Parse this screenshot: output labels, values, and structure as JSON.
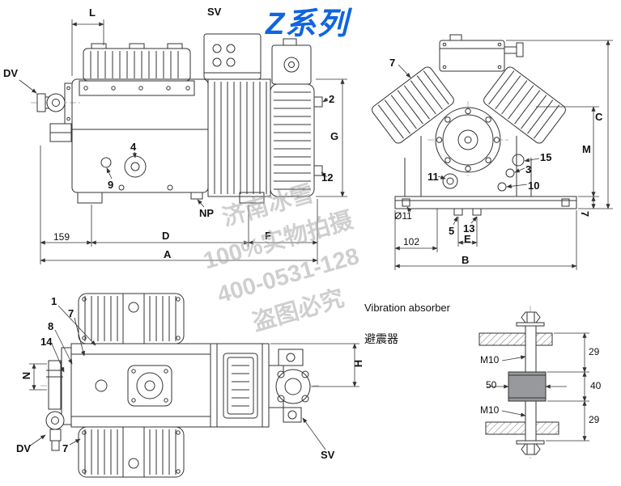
{
  "title": "Z系列",
  "colors": {
    "title_blue": "#1064e0",
    "line": "#333333",
    "rubber_gray": "#97999c",
    "watermark_gray": "#a8a8a8"
  },
  "watermark": {
    "line1": "济南冰雪",
    "line2": "100%实物拍摄",
    "line3": "400-0531-128",
    "line4": "盗图必究"
  },
  "side_view": {
    "dim_l": "L",
    "sv_label": "SV",
    "dv_label": "DV",
    "part_2": "2",
    "dim_g": "G",
    "part_12": "12",
    "part_4": "4",
    "part_9": "9",
    "np_label": "NP",
    "dim_159": "159",
    "dim_d": "D",
    "dim_f": "F",
    "dim_a": "A"
  },
  "front_view": {
    "part_7": "7",
    "dim_c": "C",
    "dim_m": "M",
    "part_15": "15",
    "part_3": "3",
    "part_11": "11",
    "part_10": "10",
    "hole_dia": "Ø11",
    "part_5": "5",
    "part_13": "13",
    "dim_e": "E",
    "dim_102": "102",
    "dim_b": "B",
    "dim_7": "7"
  },
  "top_view": {
    "part_1": "1",
    "part_7_upper": "7",
    "part_8": "8",
    "part_14": "14",
    "dim_n": "N",
    "dv_label": "DV",
    "part_7_lower": "7",
    "sv_label": "SV",
    "dim_h": "H"
  },
  "absorber": {
    "title_en": "Vibration absorber",
    "title_zh": "避震器",
    "thread_top": "M10",
    "dim_29_top": "29",
    "dim_50": "50",
    "dim_40": "40",
    "thread_bottom": "M10",
    "dim_29_bottom": "29"
  }
}
